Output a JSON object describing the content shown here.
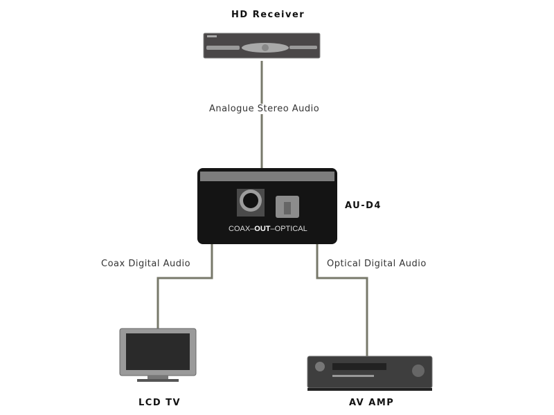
{
  "devices": {
    "receiver": "HD Receiver",
    "converter": "AU-D4",
    "tv": "LCD TV",
    "amp": "AV AMP"
  },
  "connections": {
    "input": "Analogue  Stereo Audio",
    "coax": "Coax Digital Audio",
    "optical": "Optical Digital Audio"
  },
  "converter_panel": {
    "left": "COAX–",
    "mid": "OUT",
    "right": "–OPTICAL"
  },
  "colors": {
    "cable": "#77786a",
    "device": "#1a1a1a"
  }
}
